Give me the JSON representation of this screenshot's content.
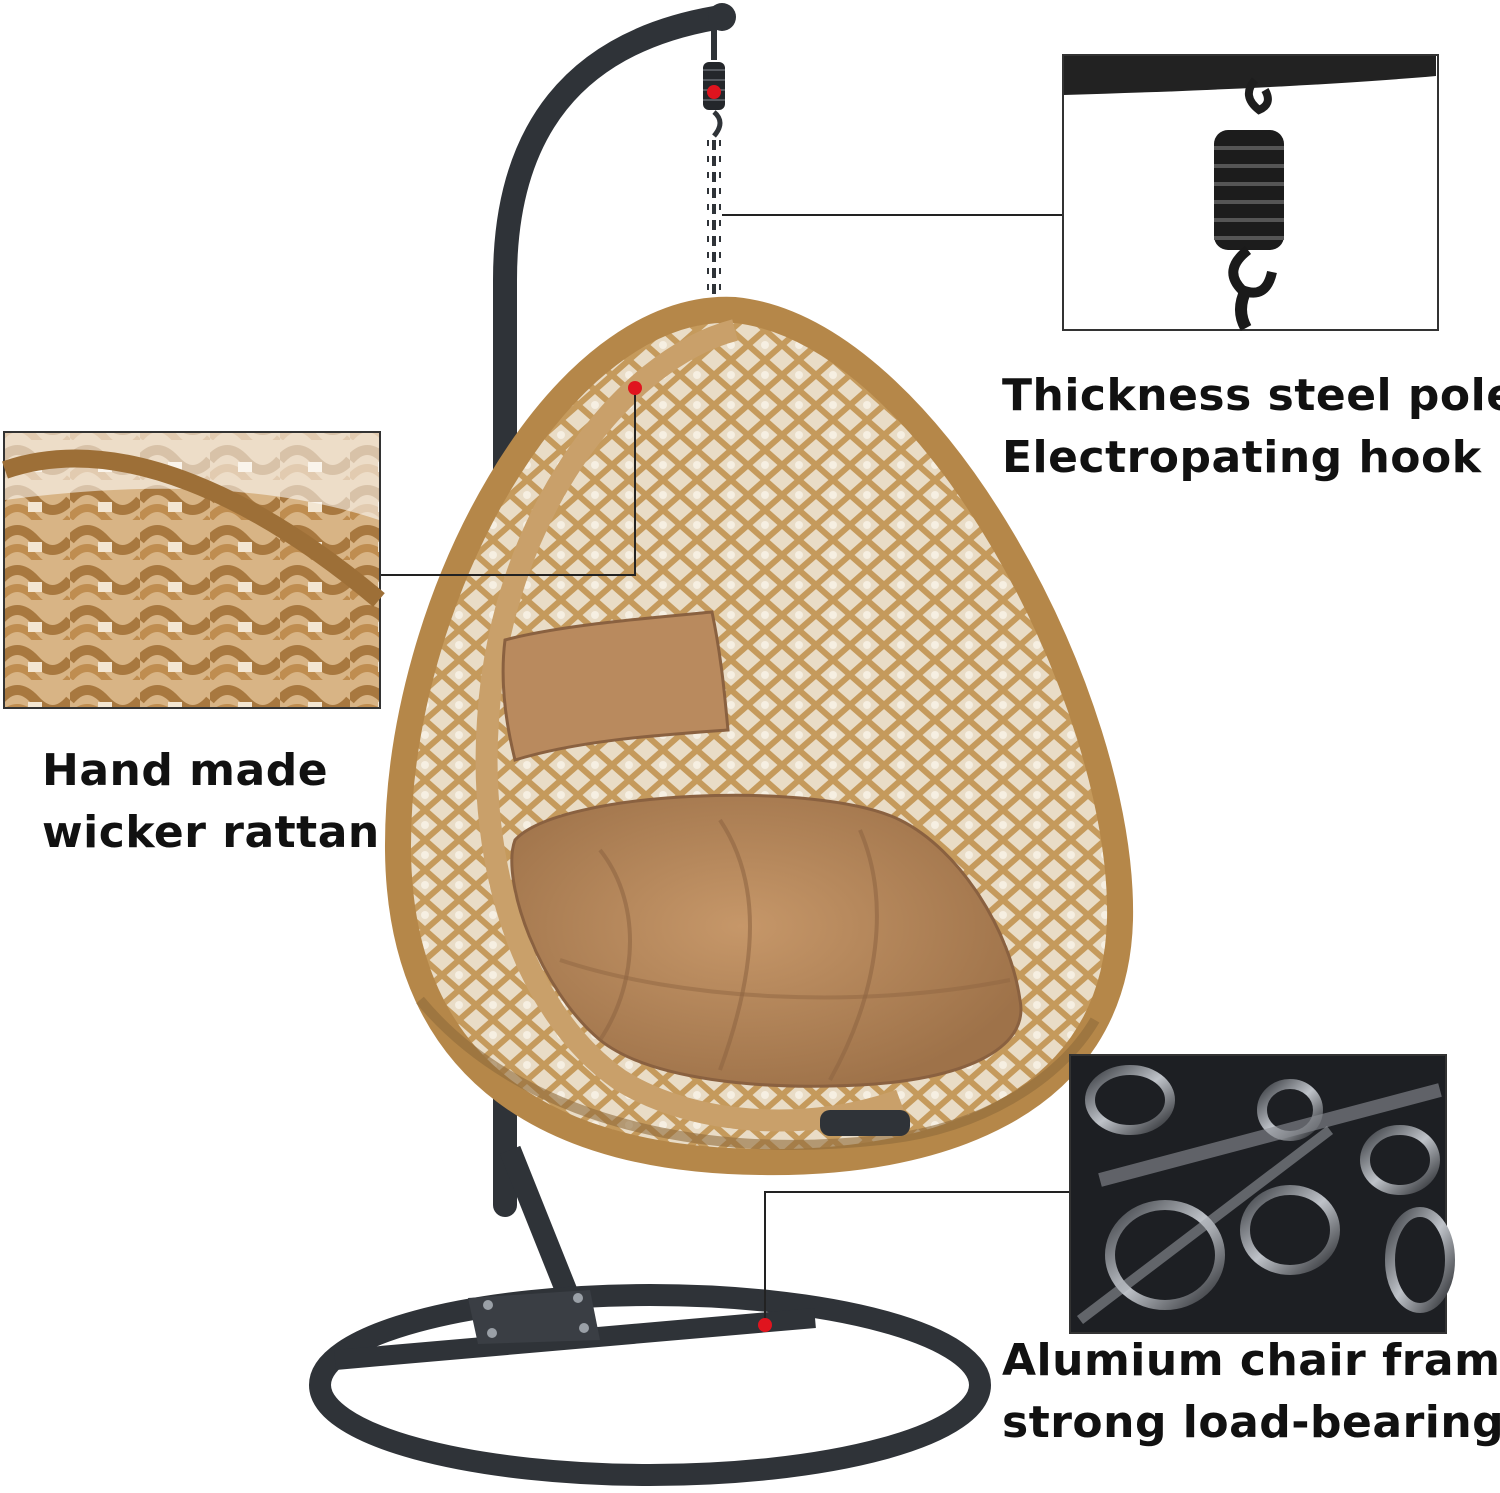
{
  "callouts": {
    "hook": {
      "line1": "Thickness steel pole",
      "line2": "Electropating hook",
      "detail": "spring-hook-closeup"
    },
    "rattan": {
      "line1": "Hand made",
      "line2": "wicker rattan",
      "detail": "rattan-weave-closeup"
    },
    "frame": {
      "line1": "Alumium chair frame",
      "line2": "strong load-bearing",
      "detail": "metal-tubes-closeup"
    }
  },
  "colors": {
    "frame": "#2f3338",
    "rattan": "#c59a5c",
    "rattan_dark": "#9c733c",
    "cushion": "#b98a5e",
    "cushion_shadow": "#8f6642",
    "marker": "#e0141e",
    "leader_line": "#222222"
  }
}
